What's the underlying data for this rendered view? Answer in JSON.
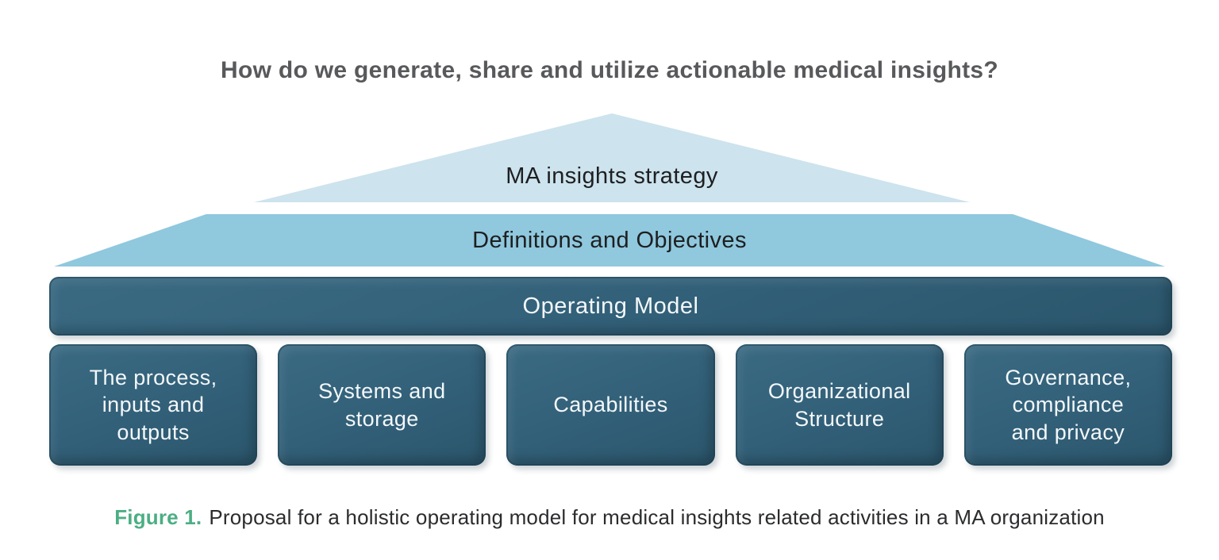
{
  "title": "How do we generate, share and utilize actionable medical insights?",
  "pyramid": {
    "strategy_label": "MA insights strategy",
    "definitions_label": "Definitions and Objectives",
    "operating_label": "Operating Model"
  },
  "pillars": [
    {
      "label": "The process,\ninputs and\noutputs"
    },
    {
      "label": "Systems and\nstorage"
    },
    {
      "label": "Capabilities"
    },
    {
      "label": "Organizational\nStructure"
    },
    {
      "label": "Governance,\ncompliance\nand privacy"
    }
  ],
  "caption": {
    "prefix": "Figure 1.",
    "text": "Proposal for a holistic operating model for medical insights related activities in a MA organization"
  },
  "colors": {
    "light_blue_triangle": "#cde3ee",
    "mid_blue_trapezoid": "#90c8de",
    "dark_teal_boxes": "#33617a",
    "title_gray": "#58595b",
    "caption_green": "#4cae84",
    "box_text_white": "#f4f8fa",
    "shape_text_dark": "#1d1f20",
    "background": "#ffffff"
  }
}
